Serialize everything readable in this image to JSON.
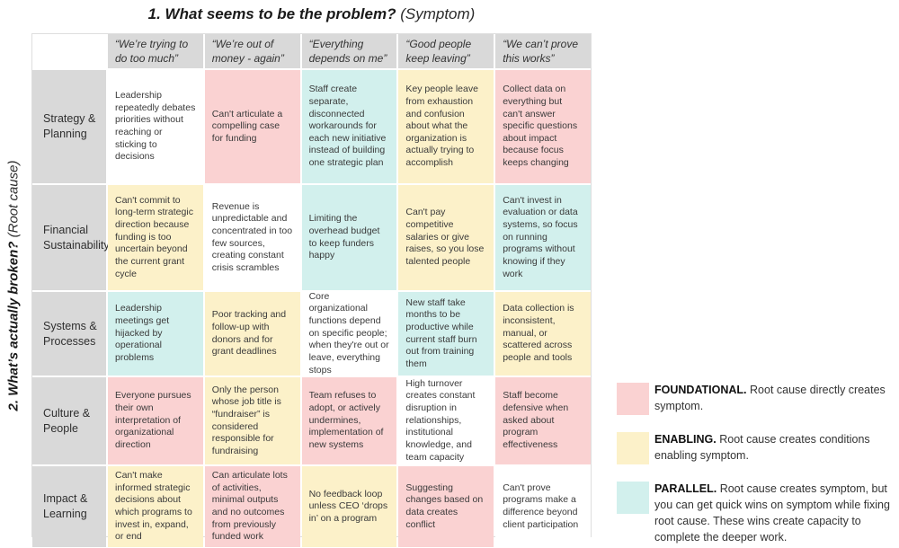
{
  "title": {
    "main": "1. What seems to be the problem?",
    "suffix": " (Symptom)"
  },
  "y_axis": {
    "main": "2. What’s actually broken?",
    "suffix": " (Root cause)"
  },
  "colors": {
    "foundational": "#FAD2D2",
    "enabling": "#FCF1C9",
    "parallel": "#D2F0ED",
    "header": "#D9D9D9",
    "none": "#FFFFFF"
  },
  "columns": [
    "“We’re trying to do too much”",
    "“We’re out of money - again”",
    "“Everything depends on me”",
    "“Good people keep leaving”",
    "“We can’t prove this works”"
  ],
  "rows": [
    {
      "label": "Strategy & Planning",
      "cells": [
        {
          "text": "Leadership repeatedly debates priorities without reaching or sticking to decisions",
          "type": "none"
        },
        {
          "text": "Can't articulate a compelling case for funding",
          "type": "foundational"
        },
        {
          "text": "Staff create separate, disconnected workarounds for each new initiative instead of building one strategic plan",
          "type": "parallel"
        },
        {
          "text": "Key people leave from exhaustion and confusion about what the organization is actually trying to accomplish",
          "type": "enabling"
        },
        {
          "text": "Collect data on everything but can't answer specific questions about impact because focus keeps changing",
          "type": "foundational"
        }
      ]
    },
    {
      "label": "Financial Sustainability",
      "cells": [
        {
          "text": "Can't commit to long-term strategic direction because funding is too uncertain beyond the current grant cycle",
          "type": "enabling"
        },
        {
          "text": "Revenue is unpredictable and concentrated in too few sources, creating constant crisis scrambles",
          "type": "none"
        },
        {
          "text": "Limiting the overhead budget to keep funders happy",
          "type": "parallel"
        },
        {
          "text": "Can't pay competitive salaries or give raises, so you lose talented people",
          "type": "enabling"
        },
        {
          "text": "Can't invest in evaluation or data systems, so focus on running programs without knowing if they work",
          "type": "parallel"
        }
      ]
    },
    {
      "label": "Systems & Processes",
      "cells": [
        {
          "text": "Leadership meetings get hijacked by operational problems",
          "type": "parallel"
        },
        {
          "text": "Poor tracking and follow-up with donors and for grant deadlines",
          "type": "enabling"
        },
        {
          "text": "Core organizational functions depend on specific people; when they're out or leave, everything stops",
          "type": "none"
        },
        {
          "text": "New staff take months to be productive while current staff burn out from training them",
          "type": "parallel"
        },
        {
          "text": "Data collection is inconsistent, manual, or scattered across people and tools",
          "type": "enabling"
        }
      ]
    },
    {
      "label": "Culture & People",
      "cells": [
        {
          "text": "Everyone pursues their own interpretation of organizational direction",
          "type": "foundational"
        },
        {
          "text": "Only the person whose job title is “fundraiser” is considered responsible for fundraising",
          "type": "enabling"
        },
        {
          "text": "Team refuses to adopt, or actively undermines, implementation of new systems",
          "type": "foundational"
        },
        {
          "text": "High turnover creates constant disruption in relationships, institutional knowledge, and team capacity",
          "type": "none"
        },
        {
          "text": "Staff become defensive when asked about program effectiveness",
          "type": "foundational"
        }
      ]
    },
    {
      "label": "Impact & Learning",
      "cells": [
        {
          "text": "Can't make informed strategic decisions about which programs to invest in, expand, or end",
          "type": "enabling"
        },
        {
          "text": "Can articulate lots of activities, minimal outputs and no outcomes from previously funded work",
          "type": "foundational"
        },
        {
          "text": "No feedback loop unless CEO ‘drops in’ on a program",
          "type": "enabling"
        },
        {
          "text": "Suggesting changes based on data creates conflict",
          "type": "foundational"
        },
        {
          "text": "Can't prove programs make a difference beyond client participation",
          "type": "none"
        }
      ]
    }
  ],
  "legend": [
    {
      "name": "FOUNDATIONAL.",
      "desc": " Root cause directly creates symptom.",
      "type": "foundational"
    },
    {
      "name": "ENABLING.",
      "desc": " Root cause creates conditions enabling symptom.",
      "type": "enabling"
    },
    {
      "name": "PARALLEL.",
      "desc": " Root cause creates symptom, but you can get quick wins on symptom while fixing root cause. These wins create capacity to complete the deeper work.",
      "type": "parallel"
    }
  ]
}
